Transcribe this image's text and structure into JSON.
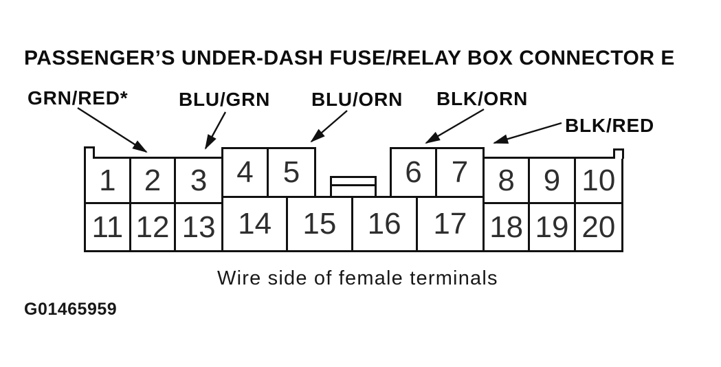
{
  "title": "PASSENGER’S UNDER-DASH FUSE/RELAY BOX CONNECTOR E",
  "wire_labels": [
    {
      "id": "grn-red",
      "text": "GRN/RED*"
    },
    {
      "id": "blu-grn",
      "text": "BLU/GRN"
    },
    {
      "id": "blu-orn",
      "text": "BLU/ORN"
    },
    {
      "id": "blk-orn",
      "text": "BLK/ORN"
    },
    {
      "id": "blk-red",
      "text": "BLK/RED"
    }
  ],
  "connector": {
    "row1_left": [
      "1",
      "2",
      "3"
    ],
    "row1_mid_left": [
      "4",
      "5"
    ],
    "row1_mid_right": [
      "6",
      "7"
    ],
    "row1_right": [
      "8",
      "9",
      "10"
    ],
    "row2_left": [
      "11",
      "12",
      "13"
    ],
    "row2_mid": [
      "14",
      "15",
      "16",
      "17"
    ],
    "row2_right": [
      "18",
      "19",
      "20"
    ]
  },
  "caption": "Wire side of female terminals",
  "figure_id": "G01465959",
  "colors": {
    "ink": "#111111",
    "background": "#ffffff"
  }
}
